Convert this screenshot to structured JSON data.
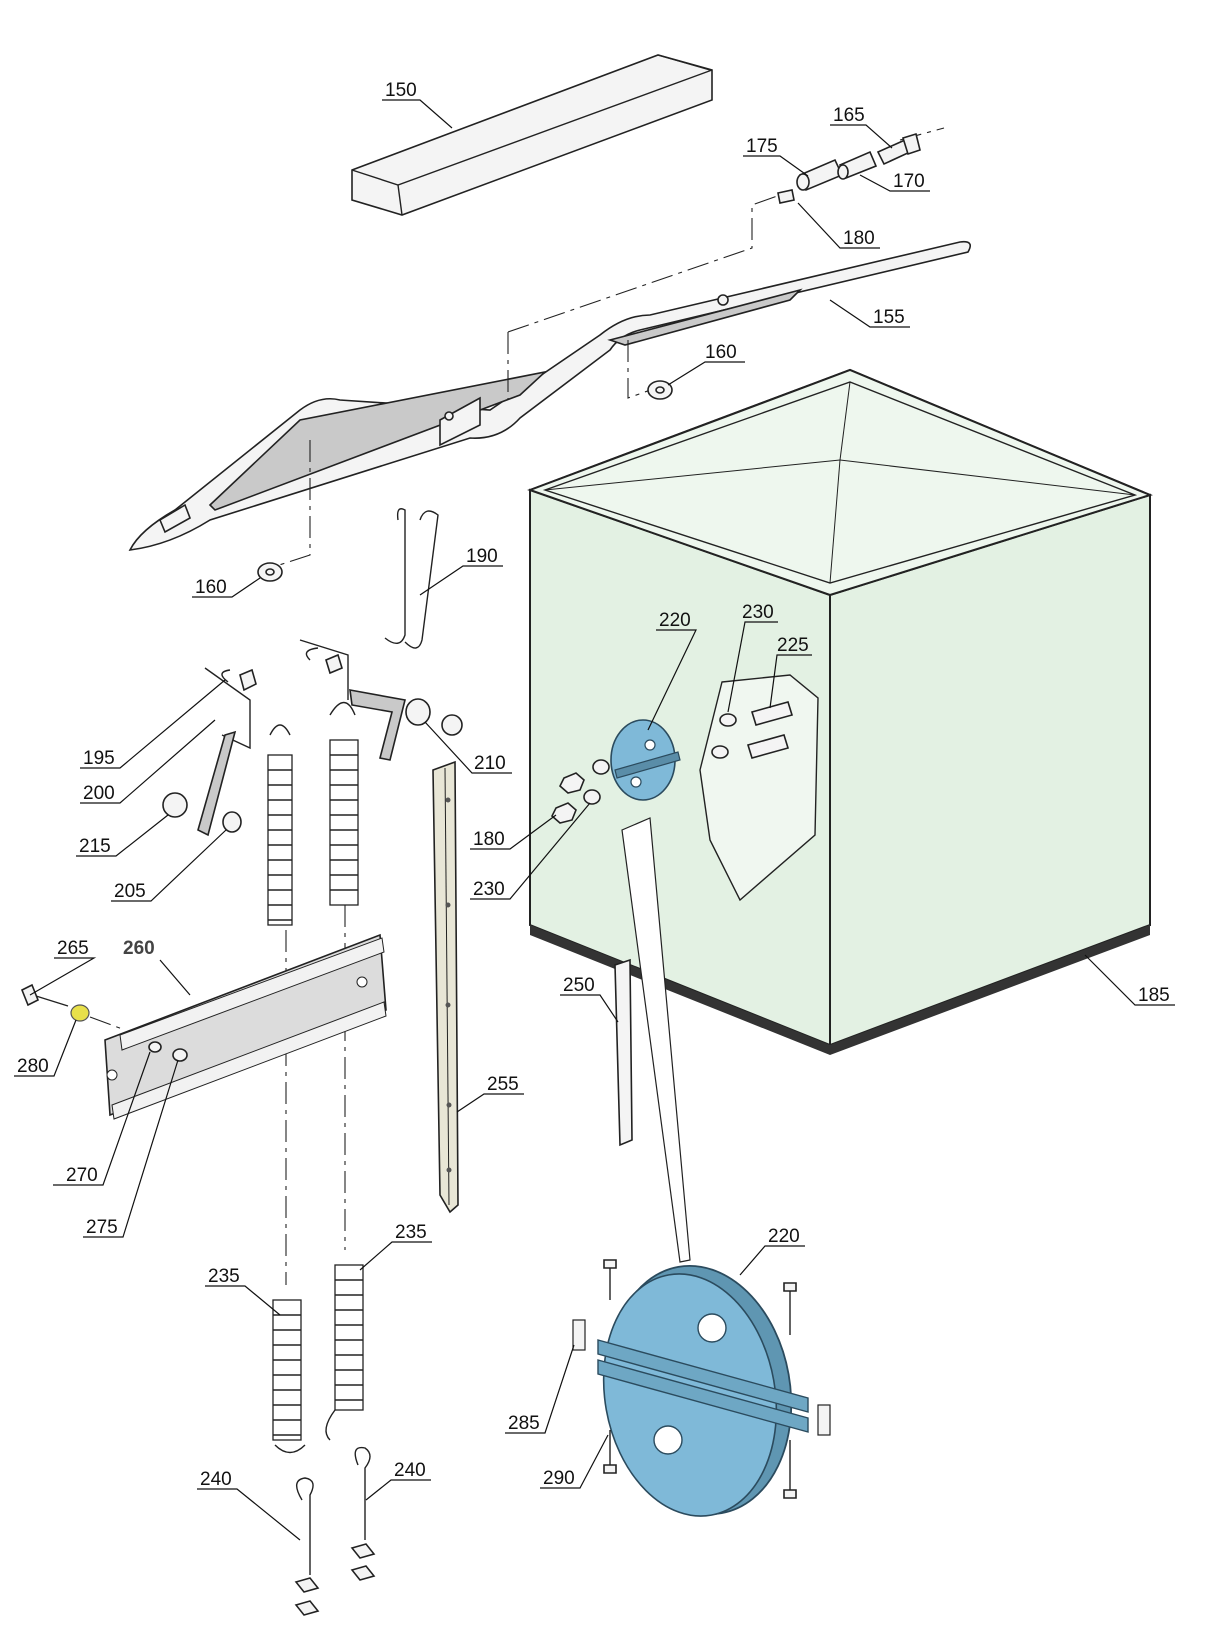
{
  "diagram": {
    "callouts": [
      {
        "id": "150",
        "text": "150"
      },
      {
        "id": "165",
        "text": "165"
      },
      {
        "id": "175",
        "text": "175"
      },
      {
        "id": "170",
        "text": "170"
      },
      {
        "id": "180a",
        "text": "180"
      },
      {
        "id": "155",
        "text": "155"
      },
      {
        "id": "160a",
        "text": "160"
      },
      {
        "id": "160b",
        "text": "160"
      },
      {
        "id": "190",
        "text": "190"
      },
      {
        "id": "220a",
        "text": "220"
      },
      {
        "id": "230a",
        "text": "230"
      },
      {
        "id": "225",
        "text": "225"
      },
      {
        "id": "195",
        "text": "195"
      },
      {
        "id": "200",
        "text": "200"
      },
      {
        "id": "210",
        "text": "210"
      },
      {
        "id": "215",
        "text": "215"
      },
      {
        "id": "205",
        "text": "205"
      },
      {
        "id": "180b",
        "text": "180"
      },
      {
        "id": "230b",
        "text": "230"
      },
      {
        "id": "265",
        "text": "265"
      },
      {
        "id": "260",
        "text": "260"
      },
      {
        "id": "280",
        "text": "280"
      },
      {
        "id": "250",
        "text": "250"
      },
      {
        "id": "185",
        "text": "185"
      },
      {
        "id": "255",
        "text": "255"
      },
      {
        "id": "270",
        "text": "270"
      },
      {
        "id": "275",
        "text": "275"
      },
      {
        "id": "235a",
        "text": "235"
      },
      {
        "id": "235b",
        "text": "235"
      },
      {
        "id": "220b",
        "text": "220"
      },
      {
        "id": "285",
        "text": "285"
      },
      {
        "id": "290",
        "text": "290"
      },
      {
        "id": "240a",
        "text": "240"
      },
      {
        "id": "240b",
        "text": "240"
      }
    ],
    "colors": {
      "counterweight": "#7fb9d8",
      "cabinet": "#e3f1e3",
      "spacer": "#e8e04a",
      "line": "#222222"
    }
  }
}
